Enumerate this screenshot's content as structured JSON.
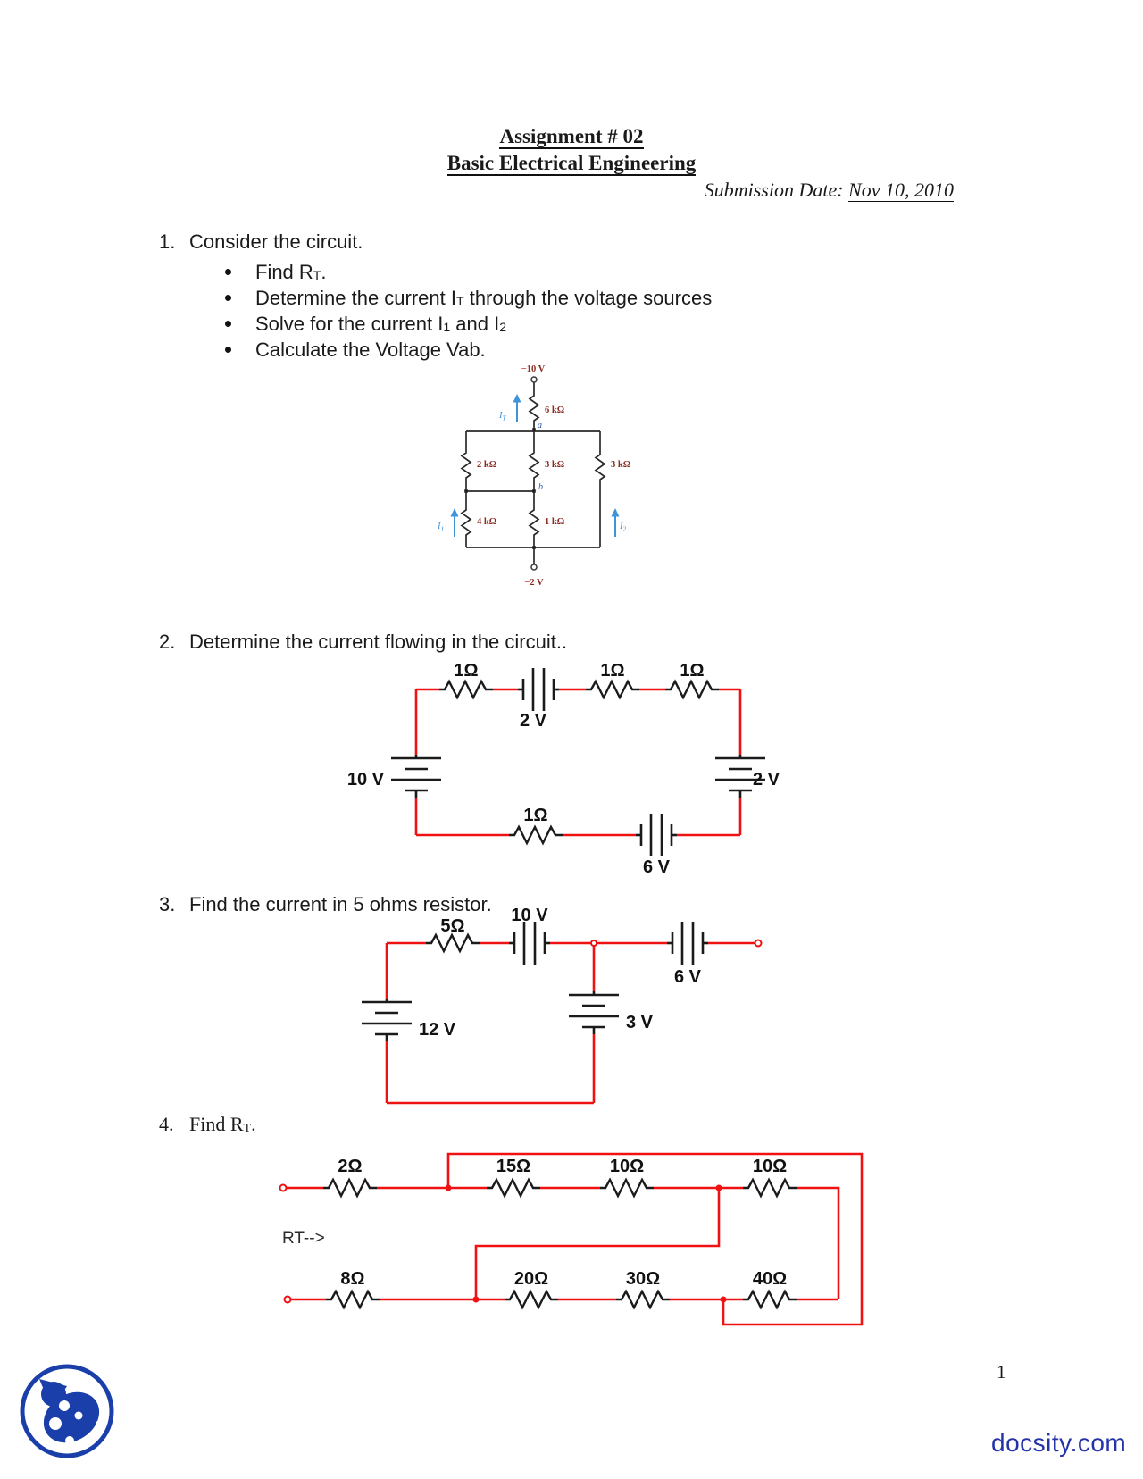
{
  "header": {
    "title_line1": "Assignment # 02",
    "title_line2": "Basic Electrical Engineering",
    "submission_prefix": "Submission Date: ",
    "submission_date": "Nov 10, 2010"
  },
  "q1": {
    "number": "1.",
    "text": "Consider the circuit.",
    "bullet1": {
      "pre": "Find R",
      "sub": "T",
      "post": "."
    },
    "bullet2": {
      "pre": "Determine the current I",
      "sub": "T",
      "post": " through the voltage sources"
    },
    "bullet3": {
      "pre": "Solve for the current I",
      "sub1": "1",
      "mid": " and I",
      "sub2": "2"
    },
    "bullet4": {
      "pre": "Calculate the Voltage Vab."
    }
  },
  "q2": {
    "number": "2.",
    "text": "Determine the current flowing in the circuit.."
  },
  "q3": {
    "number": "3.",
    "text": "Find the current in 5 ohms resistor."
  },
  "q4": {
    "number": "4.",
    "pre": "Find R",
    "sub": "T",
    "post": "."
  },
  "circuit1": {
    "top_minus": "−",
    "top_terminal": "10 V",
    "r_6k": "6 kΩ",
    "node_a": "a",
    "r_2k": "2 kΩ",
    "r_3k_mid": "3 kΩ",
    "r_3k_right": "3 kΩ",
    "node_b": "b",
    "r_4k": "4 kΩ",
    "r_1k": "1 kΩ",
    "bottom_minus": "−",
    "bottom_terminal": "2 V",
    "i_t": {
      "base": "I",
      "sub": "T"
    },
    "i_1": {
      "base": "I",
      "sub": "1"
    },
    "i_2": {
      "base": "I",
      "sub": "2"
    }
  },
  "circuit2": {
    "r_top_1": "1Ω",
    "v_top": "2 V",
    "r_top_2": "1Ω",
    "r_top_3": "1Ω",
    "v_left": "10 V",
    "v_right": "2 V",
    "r_bottom": "1Ω",
    "v_bottom": "6 V"
  },
  "circuit3": {
    "r_5": "5Ω",
    "v_10": "10 V",
    "v_6": "6 V",
    "v_3": "3 V",
    "v_12": "12 V"
  },
  "circuit4": {
    "rt_arrow": "RT-->",
    "row1": [
      "2Ω",
      "15Ω",
      "10Ω",
      "10Ω"
    ],
    "row2": [
      "8Ω",
      "20Ω",
      "30Ω",
      "40Ω"
    ]
  },
  "footer": {
    "page_number": "1",
    "brand": "docsity.com"
  },
  "colors": {
    "wire_red": "#f01212",
    "component_black": "#1b1b1b",
    "schematic_label_maroon": "#8a2a22",
    "current_blue": "#3f93d8",
    "node_blue": "#2f5faa",
    "docsity_blue": "#1b3faa"
  }
}
